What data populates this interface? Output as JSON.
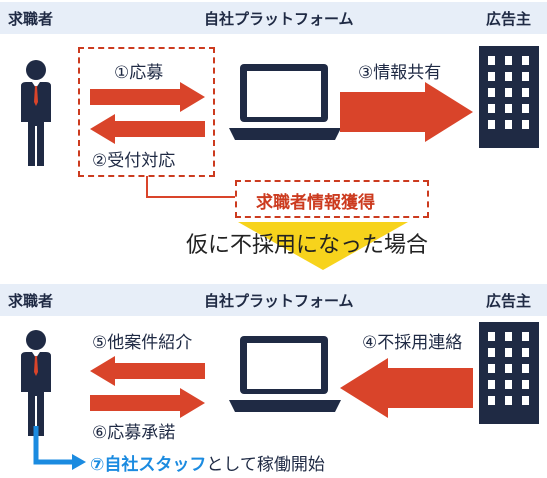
{
  "top": {
    "header": {
      "left": "求職者",
      "center": "自社プラットフォーム",
      "right": "広告主"
    },
    "step1": "①応募",
    "step2": "②受付対応",
    "step3": "③情報共有",
    "acquire": "求職者情報獲得"
  },
  "transition": "仮に不採用になった場合",
  "bottom": {
    "header": {
      "left": "求職者",
      "center": "自社プラットフォーム",
      "right": "広告主"
    },
    "step4": "④不採用連絡",
    "step5": "⑤他案件紹介",
    "step6": "⑥応募承諾",
    "step7_highlight": "⑦自社スタッフ",
    "step7_rest": "として稼働開始"
  },
  "colors": {
    "arrow": "#d9442a",
    "navy": "#1f2a44",
    "blue": "#1b8be0",
    "yellow": "#f7d31c",
    "band": "#e7eef8"
  }
}
